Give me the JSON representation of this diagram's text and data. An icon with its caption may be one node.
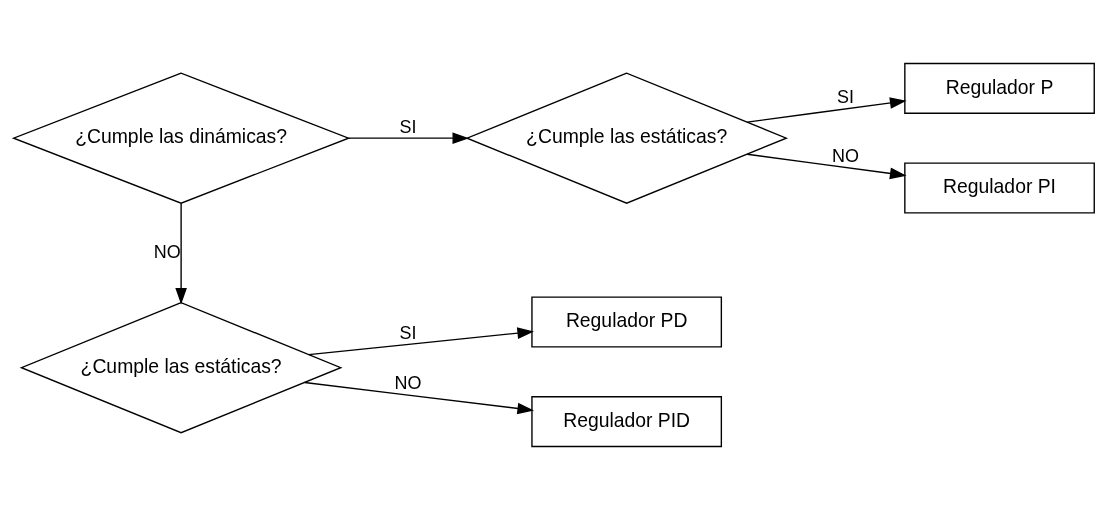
{
  "diagram": {
    "nodes": [
      {
        "text": [
          "¿Cumple las dinámicas?"
        ]
      },
      {
        "text": [
          "¿Cumple las estáticas?"
        ]
      },
      {
        "text": [
          "Regulador P"
        ]
      },
      {
        "text": [
          "Regulador PI"
        ]
      },
      {
        "text": [
          "¿Cumple las estáticas?"
        ]
      },
      {
        "text": [
          "Regulador PD"
        ]
      },
      {
        "text": [
          "Regulador PID"
        ]
      }
    ],
    "edges": [
      {
        "from": 0,
        "to": 1,
        "arrow": "to",
        "label": "SI"
      },
      {
        "from": 1,
        "to": 2,
        "arrow": "to",
        "label": "SI"
      },
      {
        "from": 1,
        "to": 3,
        "arrow": "to",
        "label": "NO"
      },
      {
        "from": 0,
        "to": 4,
        "arrow": "to",
        "label": "NO"
      },
      {
        "from": 4,
        "to": 5,
        "arrow": "to",
        "label": "SI"
      },
      {
        "from": 4,
        "to": 6,
        "arrow": "to",
        "label": "NO"
      }
    ]
  }
}
